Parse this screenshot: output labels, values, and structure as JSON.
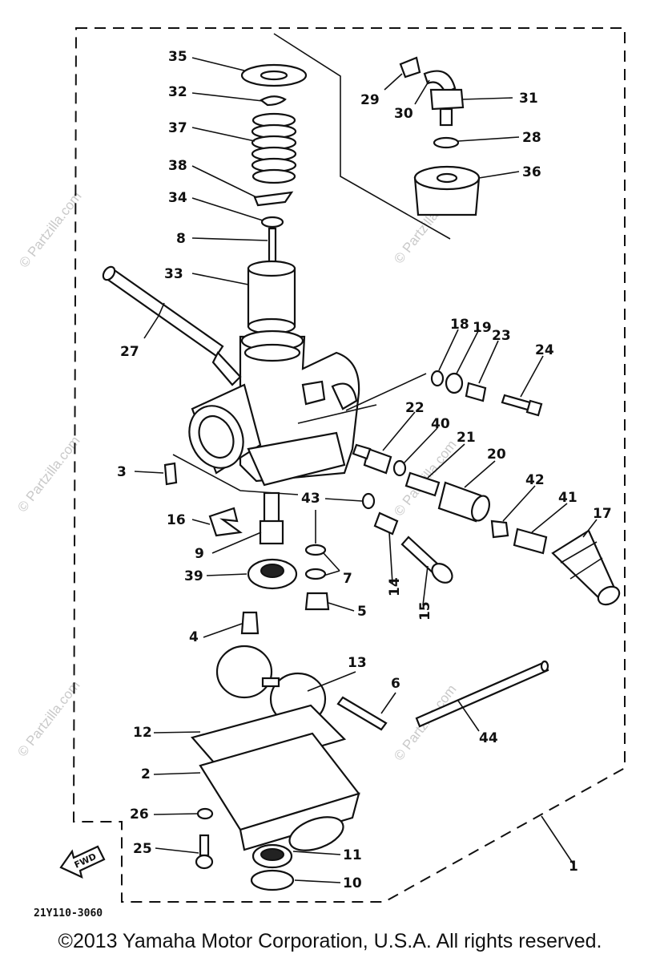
{
  "diagram": {
    "drawing_code": "21Y110-3060",
    "fwd_label": "FWD",
    "watermark": "© Partzilla.com",
    "copyright": "©2013 Yamaha Motor Corporation, U.S.A. All rights reserved.",
    "callouts": [
      "35",
      "32",
      "37",
      "38",
      "34",
      "8",
      "33",
      "27",
      "29",
      "30",
      "31",
      "28",
      "36",
      "18",
      "19",
      "23",
      "24",
      "22",
      "40",
      "21",
      "20",
      "42",
      "41",
      "17",
      "3",
      "16",
      "9",
      "39",
      "43",
      "7",
      "5",
      "14",
      "15",
      "4",
      "13",
      "6",
      "12",
      "2",
      "26",
      "25",
      "11",
      "10",
      "44",
      "1"
    ]
  }
}
